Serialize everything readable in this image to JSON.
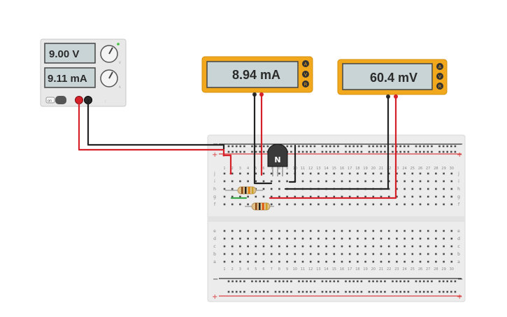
{
  "power_supply": {
    "voltage_display": "9.00 V",
    "current_display": "9.11 mA",
    "on_label": "on",
    "voltage_knob_label": "V",
    "current_knob_label": "A"
  },
  "multimeter_1": {
    "display": "8.94 mA",
    "mode_buttons": [
      "A",
      "V",
      "R"
    ],
    "active_mode": "A"
  },
  "multimeter_2": {
    "display": "60.4 mV",
    "mode_buttons": [
      "A",
      "V",
      "R"
    ],
    "active_mode": "V"
  },
  "transistor": {
    "label": "N"
  },
  "breadboard": {
    "rail_minus": "−",
    "rail_plus": "+",
    "row_letters_top": [
      "j",
      "i",
      "h",
      "g",
      "f"
    ],
    "row_letters_bottom": [
      "e",
      "d",
      "c",
      "b",
      "a"
    ],
    "columns": 30
  },
  "colors": {
    "meter_frame": "#f2a81d",
    "lcd_background": "#c9d4d6",
    "wire_red": "#d6202a",
    "wire_black": "#222222",
    "wire_green": "#3aa84a",
    "breadboard": "#eeeeee",
    "rail_red": "#d94040",
    "rail_dark": "#333333"
  }
}
